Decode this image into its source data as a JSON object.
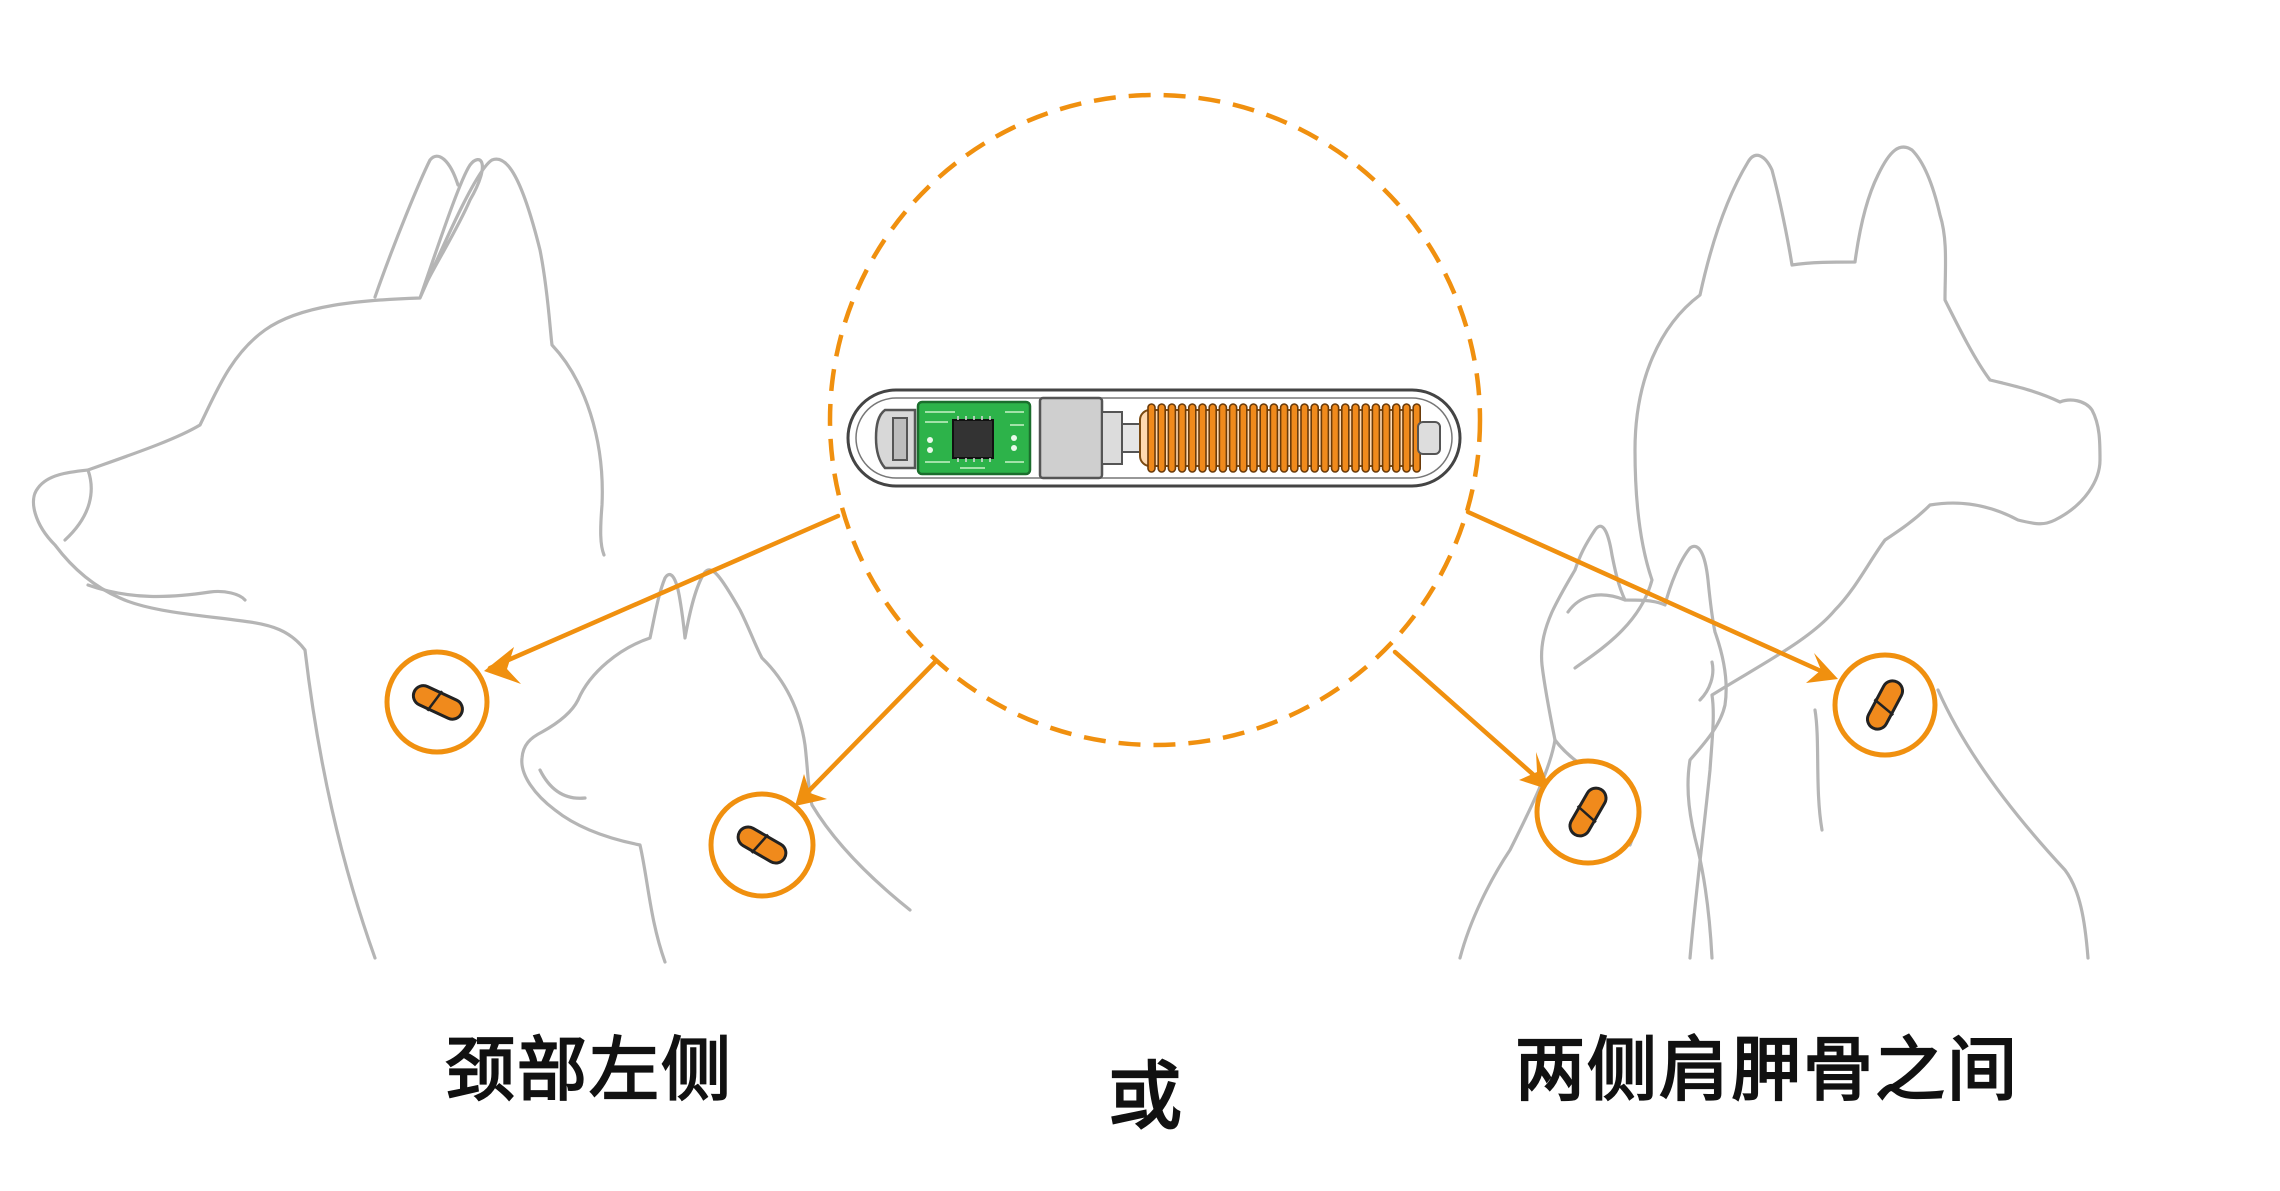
{
  "labels": {
    "left": "颈部左侧",
    "or": "或",
    "right": "两侧肩胛骨之间"
  },
  "colors": {
    "accent": "#F0900F",
    "outline": "#B5B5B5",
    "pcb": "#2DB34A",
    "chip": "#333333",
    "coil": "#F08A1C",
    "text": "#111111"
  },
  "icons": {
    "chip": "microchip-capsule-icon",
    "implant": "implant-capsule-icon"
  }
}
